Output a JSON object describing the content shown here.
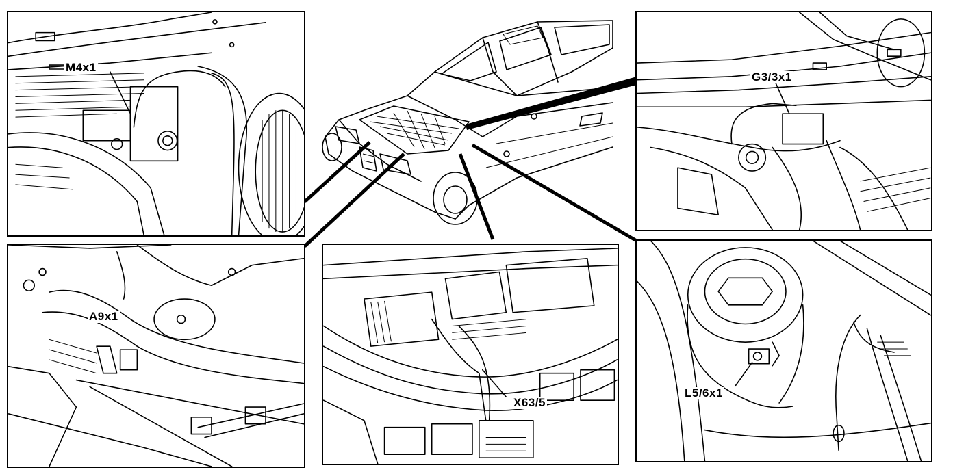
{
  "labels": {
    "m4x1": "M4x1",
    "g33x1": "G3/3x1",
    "a9x1": "A9x1",
    "x635": "X63/5",
    "l56x1": "L5/6x1"
  },
  "colors": {
    "line": "#000000",
    "background": "#ffffff"
  }
}
